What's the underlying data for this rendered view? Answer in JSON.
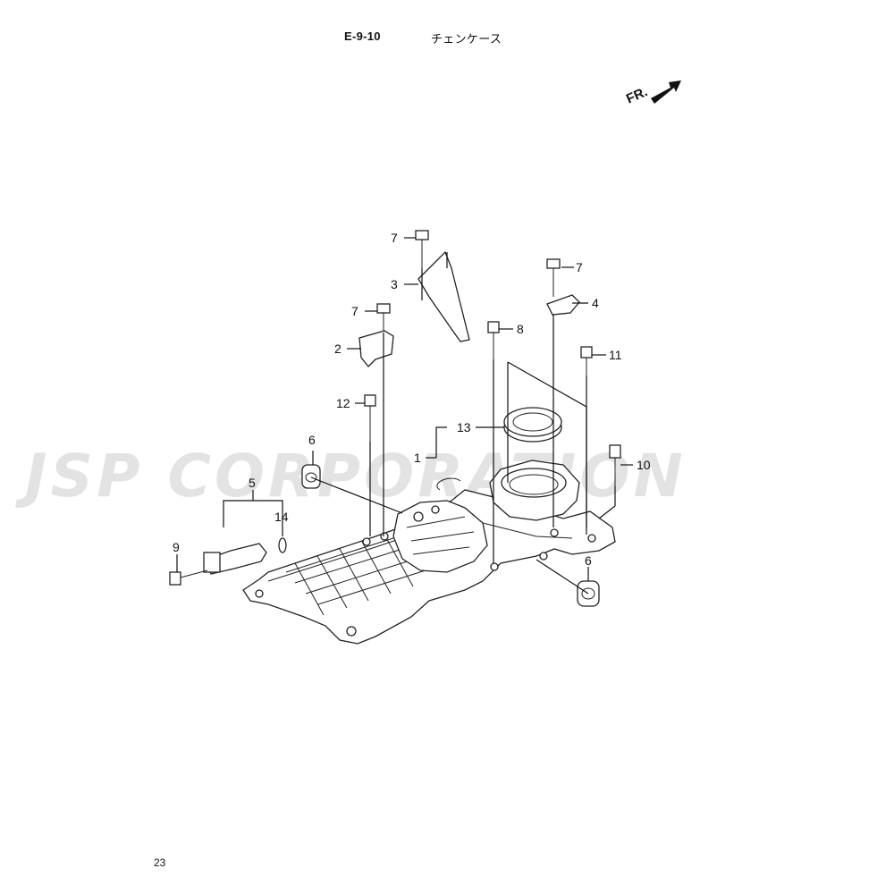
{
  "header": {
    "code": "E-9-10",
    "title": "チェンケース"
  },
  "direction": {
    "label": "FR."
  },
  "watermark": {
    "text": "JSP CORPORATION"
  },
  "page_number": "23",
  "callouts": [
    {
      "id": "c7a",
      "label": "7"
    },
    {
      "id": "c3",
      "label": "3"
    },
    {
      "id": "c7b",
      "label": "7"
    },
    {
      "id": "c4",
      "label": "4"
    },
    {
      "id": "c7c",
      "label": "7"
    },
    {
      "id": "c2",
      "label": "2"
    },
    {
      "id": "c8",
      "label": "8"
    },
    {
      "id": "c11",
      "label": "11"
    },
    {
      "id": "c12",
      "label": "12"
    },
    {
      "id": "c13",
      "label": "13"
    },
    {
      "id": "c6a",
      "label": "6"
    },
    {
      "id": "c1",
      "label": "1"
    },
    {
      "id": "c10",
      "label": "10"
    },
    {
      "id": "c5",
      "label": "5"
    },
    {
      "id": "c14",
      "label": "14"
    },
    {
      "id": "c9",
      "label": "9"
    },
    {
      "id": "c6b",
      "label": "6"
    }
  ]
}
